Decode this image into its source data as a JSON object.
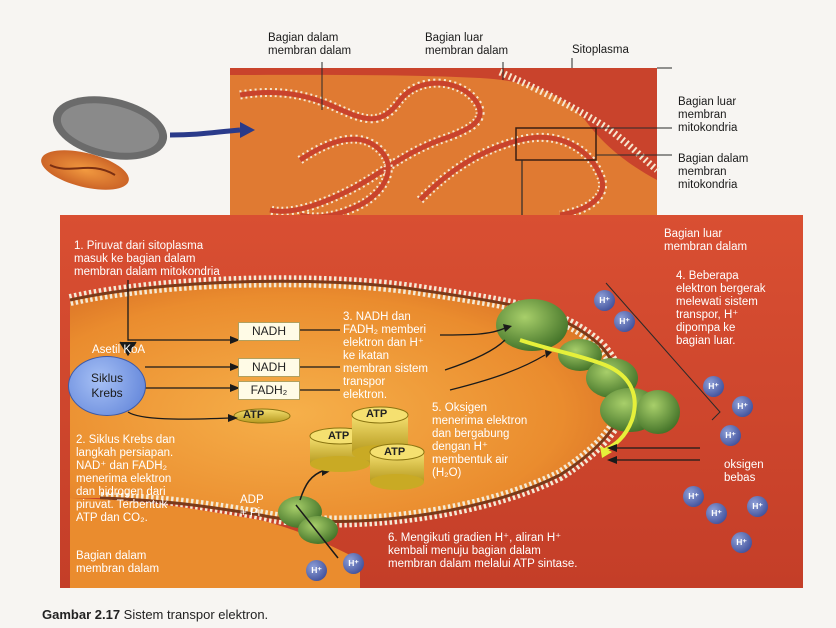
{
  "diagram": {
    "top_labels": {
      "inner_of_inner_membrane": "Bagian dalam\nmembran dalam",
      "outer_of_inner_membrane": "Bagian luar\nmembran dalam",
      "cytoplasm": "Sitoplasma",
      "outer_of_outer_membrane": "Bagian luar\nmembran\nmitokondria",
      "inner_of_outer_membrane": "Bagian dalam\nmembran\nmitokondria"
    },
    "right_label_outer_inner": "Bagian luar\nmembran dalam",
    "steps": {
      "step1": "1. Piruvat dari sitoplasma\nmasuk ke bagian dalam\nmembran dalam mitokondria",
      "step2": "2. Siklus Krebs dan\nlangkah persiapan.\nNAD⁺ dan FADH₂\nmenerima elektron\ndan hidrogen dari\npiruvat. Terbentuk\nATP dan CO₂.",
      "step3": "3. NADH dan\nFADH₂ memberi\nelektron dan H⁺\nke ikatan\nmembran sistem\ntranspor\nelektron.",
      "step4": "4. Beberapa\nelektron bergerak\nmelewati sistem\ntranspor, H⁺\ndipompa ke\nbagian luar.",
      "step5": "5. Oksigen\nmenerima elektron\ndan bergabung\ndengan H⁺\nmembentuk air\n(H₂O)",
      "step6": "6. Mengikuti gradien H⁺, aliran H⁺\nkembali menuju bagian dalam\nmembran dalam melalui ATP sintase."
    },
    "molecules": {
      "asetil_koa": "Asetil KoA",
      "siklus_krebs": "Siklus\nKrebs",
      "nadh_1": "NADH",
      "nadh_2": "NADH",
      "fadh2": "FADH₂",
      "atp": "ATP",
      "adp_pi": "ADP\n+ Pi",
      "oxygen": "oksigen\nbebas",
      "bottom_left": "Bagian dalam\nmembran dalam",
      "hplus": "H⁺"
    }
  },
  "caption": {
    "number": "Gambar 2.17",
    "text": " Sistem transpor elektron."
  },
  "colors": {
    "membrane_red": "#c8452e",
    "inner_orange": "#e88a2c",
    "protein_green": "#6a9a3a",
    "hplus_blue": "#2a3a8a",
    "atp_gold": "#e0c040"
  }
}
